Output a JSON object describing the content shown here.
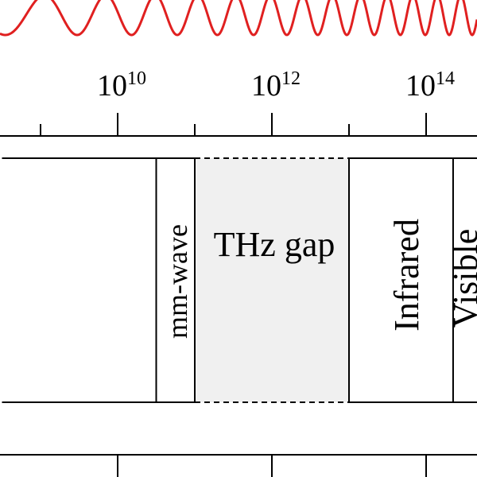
{
  "colors": {
    "background": "#ffffff",
    "line": "#000000",
    "wave": "#e02020",
    "thz_fill": "#f0f0f0"
  },
  "axis": {
    "scale": "log",
    "exponent_range": [
      8.5,
      14.7
    ],
    "major_tick_exponents": [
      10,
      12,
      14
    ],
    "minor_tick_exponents": [
      9,
      11,
      13
    ],
    "top_tick_labels": [
      {
        "base": "10",
        "exp": "10",
        "value_exponent": 10
      },
      {
        "base": "10",
        "exp": "12",
        "value_exponent": 12
      },
      {
        "base": "10",
        "exp": "14",
        "value_exponent": 14
      }
    ],
    "bottom_major_tick_exponents": [
      10,
      12,
      14
    ]
  },
  "bands": [
    {
      "label": "",
      "from_exponent": 8.5,
      "to_exponent": 10.5,
      "style": "plain",
      "orientation": "none"
    },
    {
      "label": "mm-wave",
      "from_exponent": 10.5,
      "to_exponent": 11.0,
      "style": "plain",
      "orientation": "vertical"
    },
    {
      "label": "THz gap",
      "from_exponent": 11.0,
      "to_exponent": 13.0,
      "style": "dashed-shaded",
      "orientation": "horizontal"
    },
    {
      "label": "Infrared",
      "from_exponent": 13.0,
      "to_exponent": 14.35,
      "style": "plain",
      "orientation": "vertical"
    },
    {
      "label": "Visible",
      "from_exponent": 14.35,
      "to_exponent": 14.7,
      "style": "plain",
      "orientation": "vertical"
    }
  ],
  "wave": {
    "description_icon": "sine-wave-icon",
    "frequency_increasing_to_right": true
  }
}
